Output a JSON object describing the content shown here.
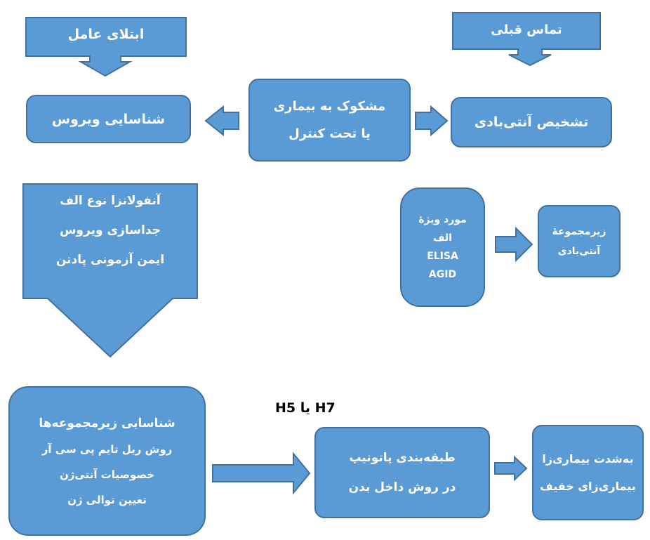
{
  "nodes": {
    "causative_agent_infection": {
      "label": "ابتلای عامل"
    },
    "prior_contact": {
      "label": "تماس قبلی"
    },
    "virus_identification": {
      "label": "شناسایی ویروس"
    },
    "suspected_disease": {
      "lines": [
        "مشکوک به بیماری",
        "یا تحت کنترل"
      ]
    },
    "antibody_detection": {
      "label": "تشخیص آنتی‌بادی"
    },
    "influenza_a": {
      "lines": [
        "آنفولانزا نوع الف",
        "جداسازی ویروس",
        "ایمن آزمونی پادتن"
      ]
    },
    "type_a_specific": {
      "lines": [
        "مورد ویژهٔ",
        "الف",
        "ELISA",
        "AGID"
      ]
    },
    "antibody_subset": {
      "lines": [
        "زیرمجموعهٔ",
        "آنتی‌بادی"
      ]
    },
    "subtype_identification": {
      "lines": [
        "شناسایی زیرمجموعه‌ها",
        "روش ریل تایم پی سی آر",
        "خصوصیات آنتی‌ژن",
        "تعیین توالی ژن"
      ]
    },
    "pathotype_classification": {
      "lines": [
        "طبقه‌بندی پاتوتیپ",
        "در روش داخل بدن"
      ]
    },
    "pathogenicity": {
      "lines": [
        "به‌شدت بیماری‌زا",
        "بیماری‌زای خفیف"
      ]
    }
  },
  "annotations": {
    "subtype_label": "H7 یا H5"
  },
  "colors": {
    "fill": "#5b9bd5",
    "border": "#41719c",
    "text": "#ffffff"
  }
}
